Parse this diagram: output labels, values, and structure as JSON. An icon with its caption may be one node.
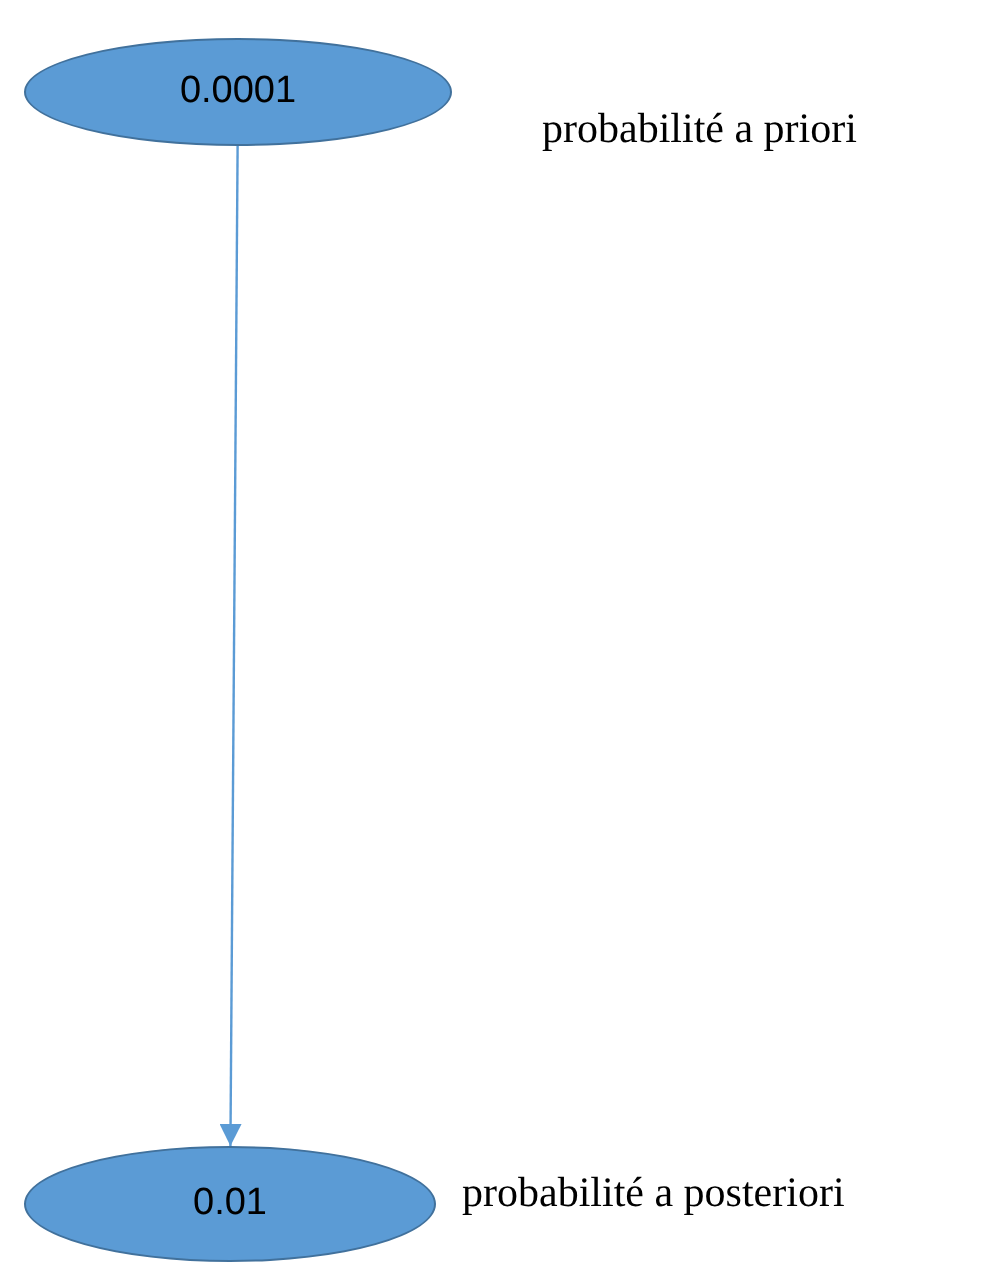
{
  "diagram": {
    "nodes": [
      {
        "text": [
          "0.0001"
        ],
        "beside": [
          "probabilité a priori"
        ]
      },
      {
        "text": [
          "0.01"
        ],
        "beside": [
          "probabilité a posteriori"
        ]
      }
    ],
    "edges": [
      {
        "from": 0,
        "to": 1,
        "arrow": "to"
      }
    ]
  }
}
